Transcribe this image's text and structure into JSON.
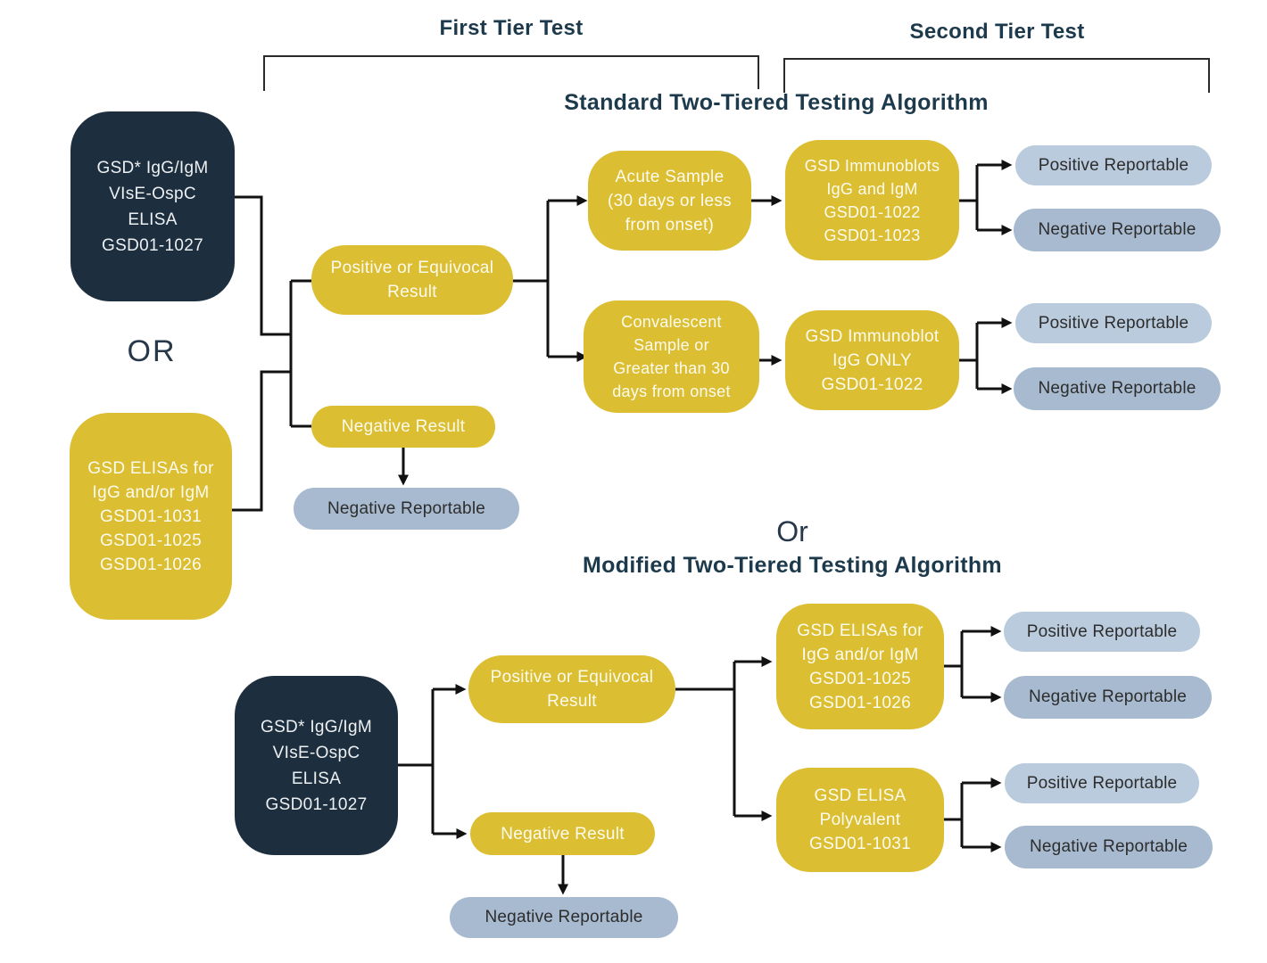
{
  "header": {
    "first_tier_label": "First Tier Test",
    "second_tier_label": "Second Tier Test"
  },
  "standard": {
    "title": "Standard Two-Tiered Testing Algorithm",
    "or_label": "OR",
    "source_elisa": [
      "GSD* IgG/IgM",
      "VIsE-OspC",
      "ELISA",
      "GSD01-1027"
    ],
    "source_elisas": [
      "GSD ELISAs for",
      "IgG and/or IgM",
      "GSD01-1031",
      "GSD01-1025",
      "GSD01-1026"
    ],
    "positive_result": [
      "Positive or Equivocal",
      "Result"
    ],
    "negative_result": "Negative Result",
    "negative_reportable": "Negative Reportable",
    "acute_sample": [
      "Acute Sample",
      "(30 days or less",
      "from onset)"
    ],
    "convalescent_sample": [
      "Convalescent",
      "Sample or",
      "Greater than 30",
      "days from onset"
    ],
    "immunoblots": [
      "GSD Immunoblots",
      "IgG and IgM",
      "GSD01-1022",
      "GSD01-1023"
    ],
    "immunoblot_igg_only": [
      "GSD Immunoblot",
      "IgG ONLY",
      "GSD01-1022"
    ],
    "branch1": {
      "positive": "Positive Reportable",
      "negative": "Negative Reportable"
    },
    "branch2": {
      "positive": "Positive Reportable",
      "negative": "Negative Reportable"
    }
  },
  "modified": {
    "or_label": "Or",
    "title": "Modified Two-Tiered Testing Algorithm",
    "source_elisa": [
      "GSD* IgG/IgM",
      "VIsE-OspC",
      "ELISA",
      "GSD01-1027"
    ],
    "positive_result": [
      "Positive or Equivocal",
      "Result"
    ],
    "negative_result": "Negative Result",
    "negative_reportable": "Negative Reportable",
    "elisas": [
      "GSD ELISAs for",
      "IgG and/or IgM",
      "GSD01-1025",
      "GSD01-1026"
    ],
    "polyvalent": [
      "GSD ELISA",
      "Polyvalent",
      "GSD01-1031"
    ],
    "branch1": {
      "positive": "Positive Reportable",
      "negative": "Negative Reportable"
    },
    "branch2": {
      "positive": "Positive Reportable",
      "negative": "Negative Reportable"
    }
  },
  "colors": {
    "navy": "#1d2e3e",
    "yellow": "#dcbe33",
    "positive_blue": "#b9cbdc",
    "negative_blue": "#a7bacf",
    "heading": "#1c3a4c",
    "line": "#111111"
  }
}
